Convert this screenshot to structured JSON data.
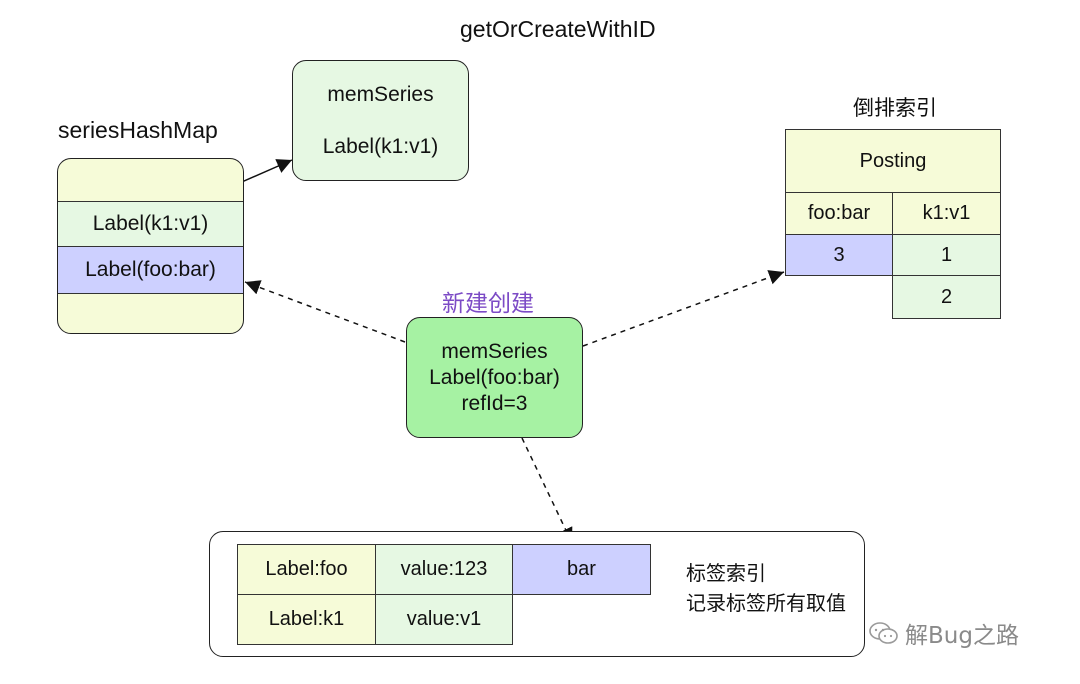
{
  "labels": {
    "get_or_create": "getOrCreateWithID",
    "series_hash_map": "seriesHashMap",
    "inverted_index": "倒排索引",
    "new_create": "新建创建",
    "label_index": "标签索引",
    "label_index_desc": "记录标签所有取值",
    "watermark": "解Bug之路"
  },
  "top_series": {
    "line1": "memSeries",
    "line2": "Label(k1:v1)"
  },
  "hashmap": {
    "rows": [
      "Label(k1:v1)",
      "Label(foo:bar)"
    ]
  },
  "center_series": {
    "line1": "memSeries",
    "line2": "Label(foo:bar)",
    "line3": "refId=3"
  },
  "posting": {
    "header": "Posting",
    "columns": [
      "foo:bar",
      "k1:v1"
    ],
    "foo_bar_values": [
      "3"
    ],
    "k1_v1_values": [
      "1",
      "2"
    ]
  },
  "label_table": {
    "row1": [
      "Label:foo",
      "value:123",
      "bar"
    ],
    "row2": [
      "Label:k1",
      "value:v1"
    ]
  },
  "colors": {
    "light_yellow": "#f6fbd8",
    "light_green": "#e6f8e3",
    "green": "#a6f2a3",
    "lavender": "#cdd0ff",
    "purple_text": "#7c4bc6"
  }
}
